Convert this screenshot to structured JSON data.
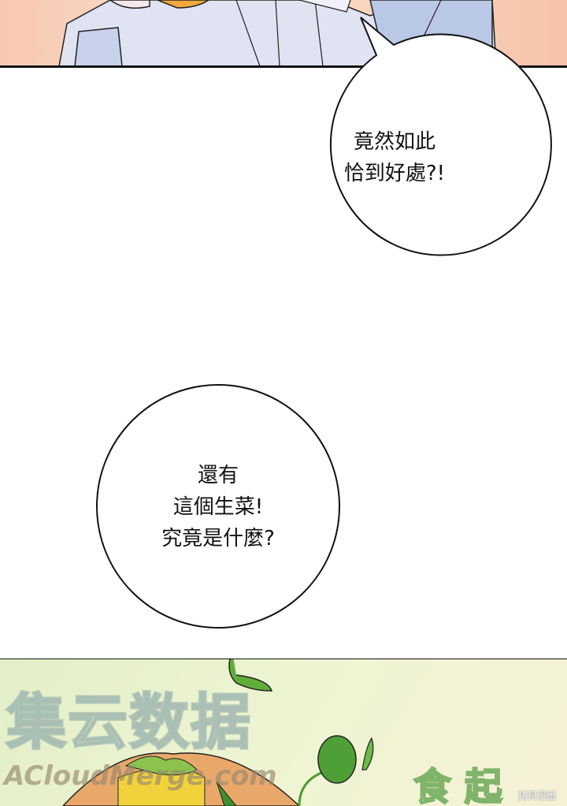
{
  "bubbles": [
    {
      "lines": [
        "竟然如此",
        "恰到好處?!"
      ]
    },
    {
      "lines": [
        "還有",
        "這個生菜!",
        "究竟是什麼?"
      ]
    }
  ],
  "watermark": {
    "cn": "集云数据",
    "en": "ACloudMerge.com"
  },
  "sfx": "食 起",
  "corner_logo": "拷貝漫畫",
  "colors": {
    "panel_top": "#f9d3bd",
    "panel_bottom": "#e8f1cc",
    "border": "#111111"
  }
}
